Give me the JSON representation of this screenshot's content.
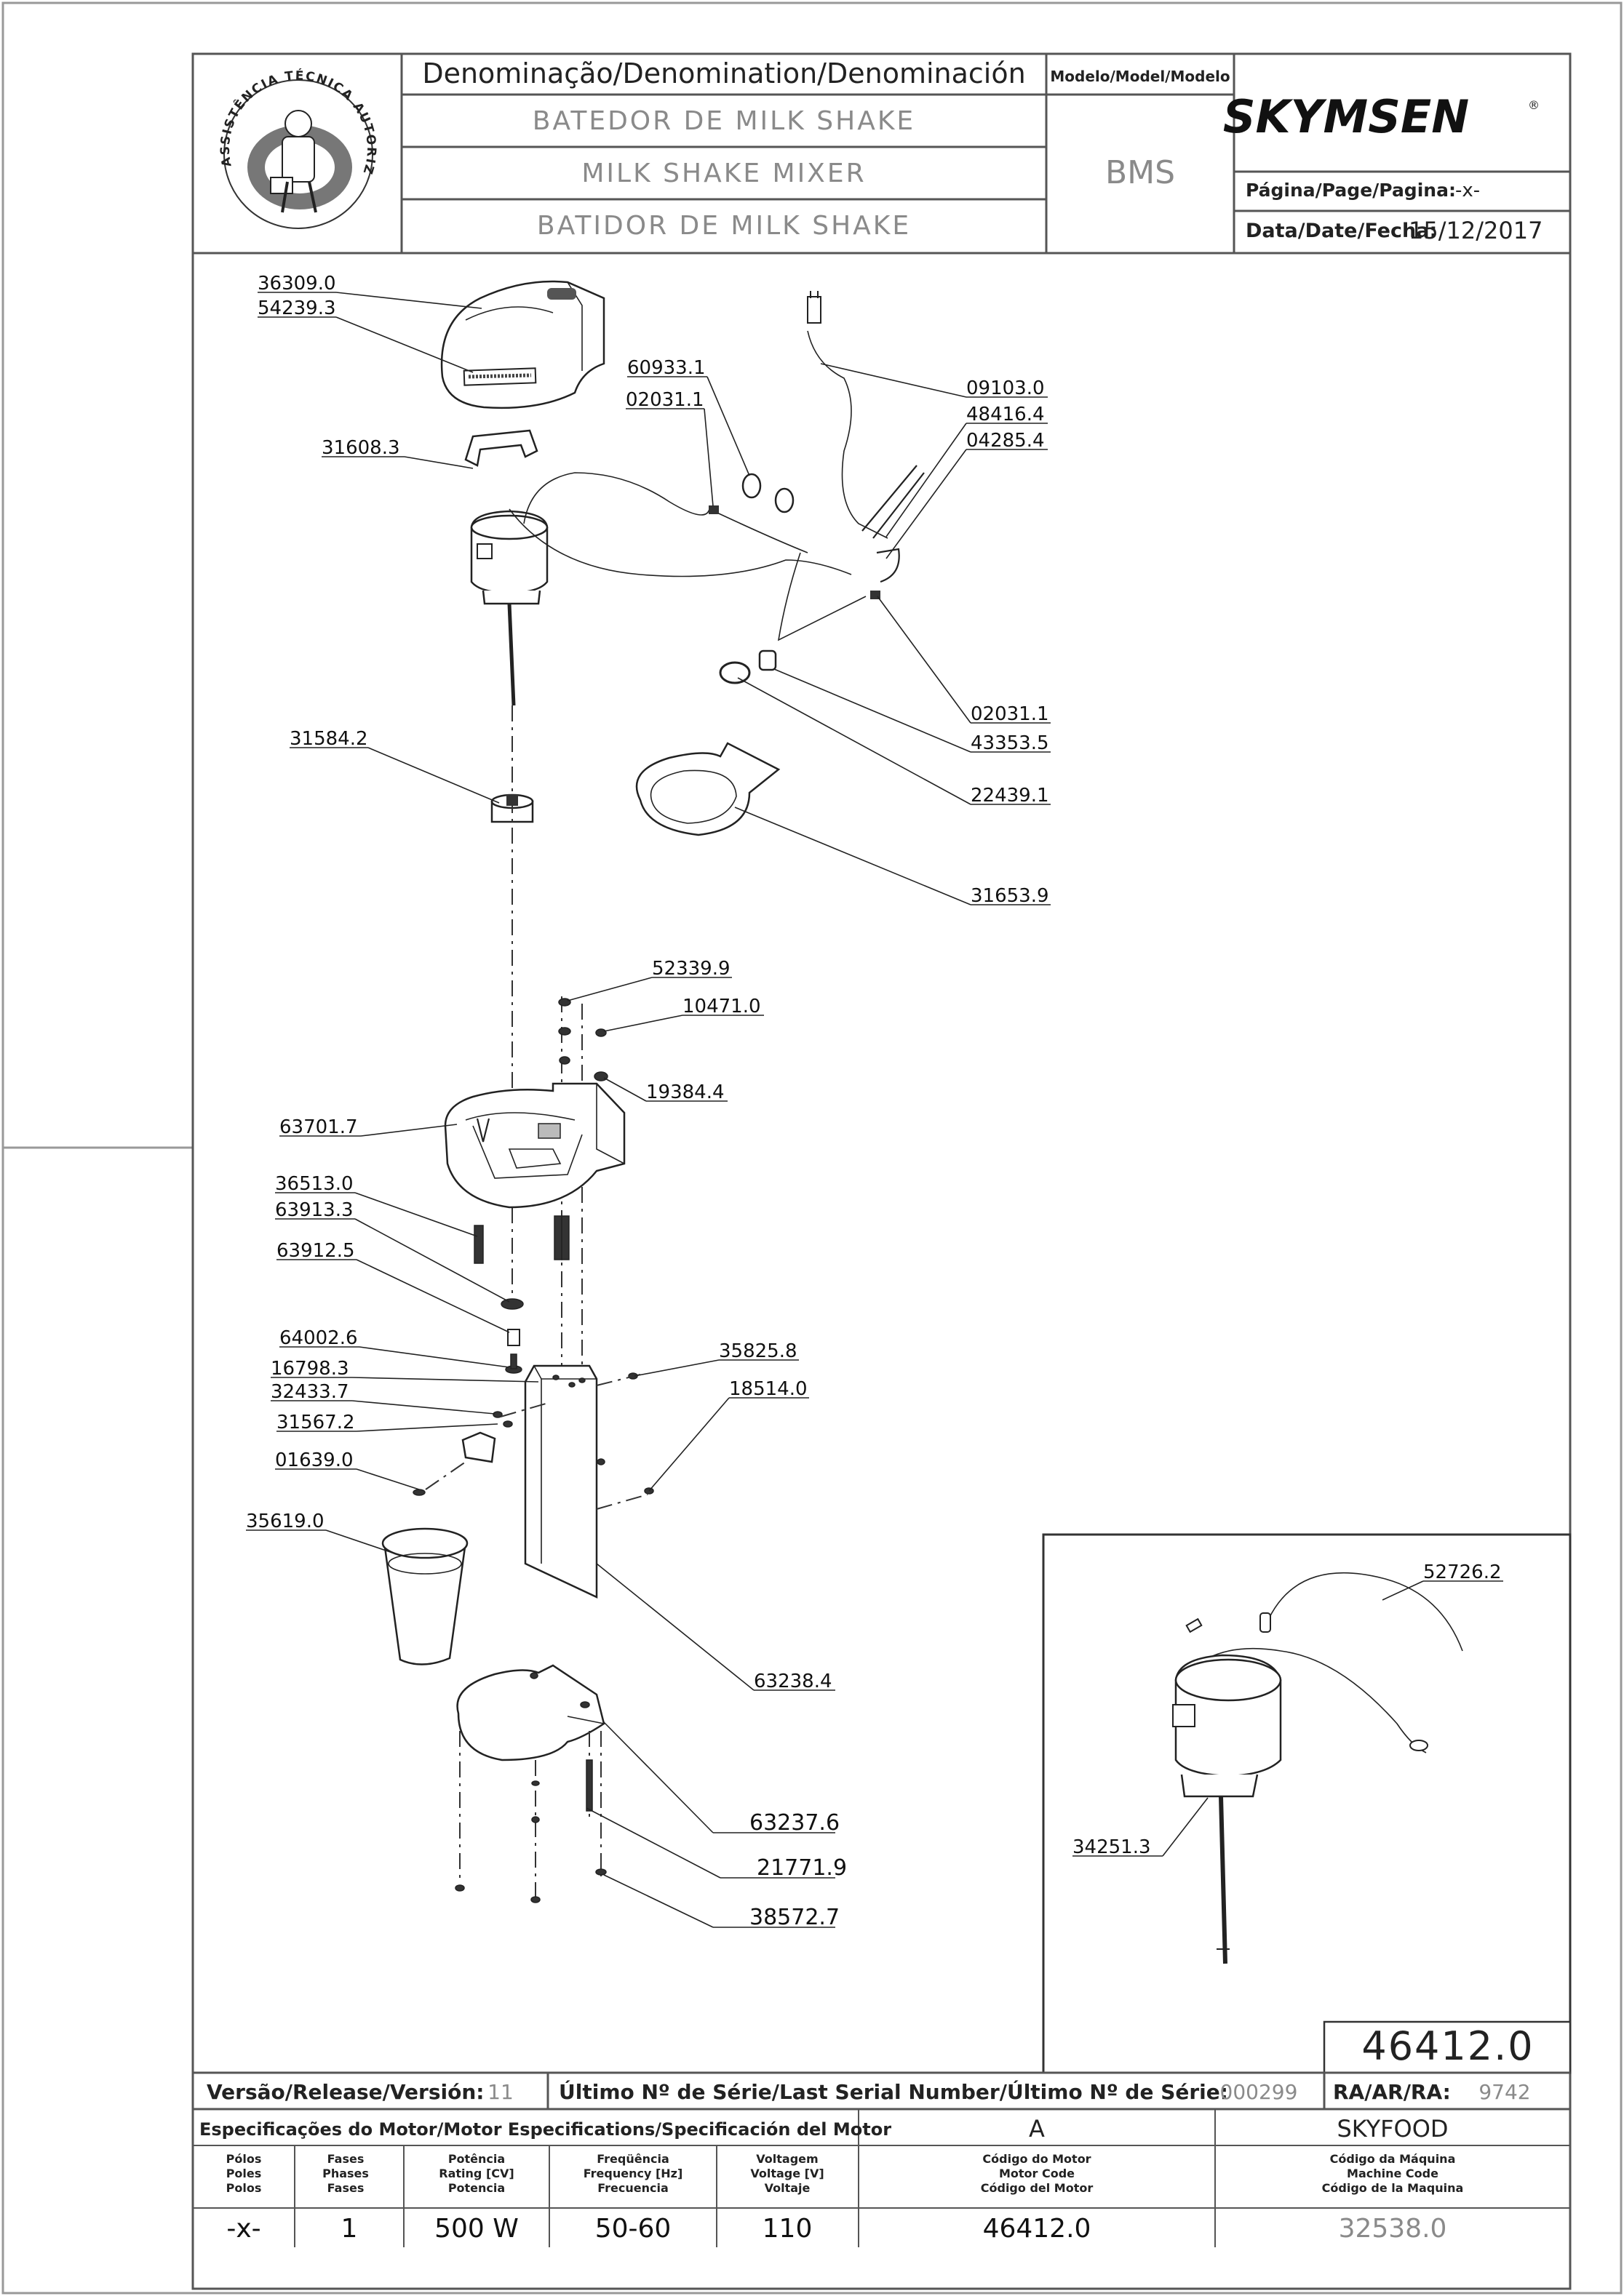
{
  "header": {
    "denomination_label": "Denominação/Denomination/Denominación",
    "name_pt": "BATEDOR DE MILK SHAKE",
    "name_en": "MILK SHAKE MIXER",
    "name_es": "BATIDOR DE MILK SHAKE",
    "model_label": "Modelo/Model/Modelo",
    "model_value": "BMS",
    "brand": "SKYMSEN",
    "brand_mark": "®",
    "page_label": "Página/Page/Pagina:",
    "page_value": "-x-",
    "date_label": "Data/Date/Fecha:",
    "date_value": "15/12/2017",
    "seal_text": "ASSISTÊNCIA TÉCNICA AUTORIZADA"
  },
  "parts": {
    "p36309_0": "36309.0",
    "p54239_3": "54239.3",
    "p60933_1": "60933.1",
    "p02031_1a": "02031.1",
    "p09103_0": "09103.0",
    "p48416_4": "48416.4",
    "p04285_4": "04285.4",
    "p31608_3": "31608.3",
    "p02031_1b": "02031.1",
    "p43353_5": "43353.5",
    "p22439_1": "22439.1",
    "p31584_2": "31584.2",
    "p31653_9": "31653.9",
    "p52339_9": "52339.9",
    "p10471_0": "10471.0",
    "p19384_4": "19384.4",
    "p63701_7": "63701.7",
    "p36513_0": "36513.0",
    "p63913_3": "63913.3",
    "p63912_5": "63912.5",
    "p64002_6": "64002.6",
    "p16798_3": "16798.3",
    "p32433_7": "32433.7",
    "p31567_2": "31567.2",
    "p01639_0": "01639.0",
    "p35825_8": "35825.8",
    "p18514_0": "18514.0",
    "p35619_0": "35619.0",
    "p63238_4": "63238.4",
    "p63237_6": "63237.6",
    "p21771_9": "21771.9",
    "p38572_7": "38572.7",
    "p52726_2": "52726.2",
    "p34251_3": "34251.3"
  },
  "detail_code": "46412.0",
  "footer": {
    "release_label": "Versão/Release/Versión:",
    "release_value": "11",
    "serial_label": "Último Nº de Série/Last Serial Number/Último Nº de Série:",
    "serial_value": "000299",
    "ra_label": "RA/AR/RA:",
    "ra_value": "9742",
    "motor_spec_label": "Especificações do Motor/Motor Especifications/Specificación del Motor",
    "variant": "A",
    "customer": "SKYFOOD",
    "col_poles": [
      "Pólos",
      "Poles",
      "Polos"
    ],
    "col_phases": [
      "Fases",
      "Phases",
      "Fases"
    ],
    "col_rating": [
      "Potência",
      "Rating [CV]",
      "Potencia"
    ],
    "col_frequency": [
      "Freqüência",
      "Frequency [Hz]",
      "Frecuencia"
    ],
    "col_voltage": [
      "Voltagem",
      "Voltage [V]",
      "Voltaje"
    ],
    "col_motor_code": [
      "Código do Motor",
      "Motor Code",
      "Código del Motor"
    ],
    "col_machine_code": [
      "Código da Máquina",
      "Machine Code",
      "Código de la Maquina"
    ],
    "val_poles": "-x-",
    "val_phases": "1",
    "val_rating": "500 W",
    "val_frequency": "50-60",
    "val_voltage": "110",
    "val_motor_code": "46412.0",
    "val_machine_code": "32538.0"
  }
}
